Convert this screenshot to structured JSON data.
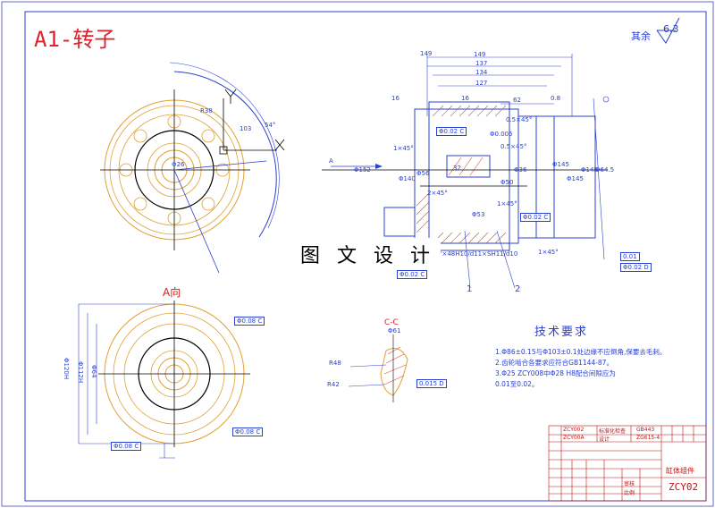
{
  "title": "A1-转子",
  "roughness": {
    "label": "其余",
    "value": "6.3"
  },
  "watermark": "图 文 设 计",
  "views": {
    "a_view_label": "A向",
    "section_label": "C-C",
    "arrow_label": "A"
  },
  "part_numbers": [
    "1",
    "2"
  ],
  "technical_requirements": {
    "title": "技术要求",
    "notes": [
      "1.Φ86±0.15与Φ103±0.1处边缘不应倒角,保要去毛刺。",
      "2.齿轮啮合各要求应符合GB1144-87。",
      "3.Φ25 ZCY008中Φ28 H8配合间隙应为",
      "   0.01至0.02。"
    ]
  },
  "title_block": {
    "part_name": "缸体组件",
    "drawing_code": "ZCY02",
    "small_texts": [
      "ZCY002",
      "ZCY00A",
      "标准化检查",
      "设计",
      "GB443",
      "ZG615-4",
      "审核",
      "比例"
    ]
  },
  "dimensions": {
    "top_widths": [
      "149",
      "137",
      "134",
      "127",
      "62"
    ],
    "diameters_left": [
      "Φ152",
      "Φ140",
      "Φ56"
    ],
    "diameters_right": [
      "Φ145",
      "Φ145",
      "Φ145",
      "Φ64.5"
    ],
    "mid": [
      "32",
      "Φ53",
      "Φ50",
      "Φ36"
    ],
    "chamfers": [
      "0.5×45°",
      "0.5×45°",
      "1×45°",
      "1×45°",
      "2×45°",
      "1×45°"
    ],
    "fits": "F7×48H10/d11×SH11/d10",
    "angles": [
      "R38",
      "103",
      "54°",
      "Φ26"
    ],
    "small_marks": [
      "16",
      "16",
      "0.8",
      "Φ0.005"
    ],
    "a_view": [
      "Φ120H",
      "Φ112H",
      "Φ64"
    ],
    "section": [
      "R48",
      "R42",
      "Φ61"
    ]
  },
  "tolerances": {
    "t1": "Φ0.02 C",
    "t2": "Φ0.02 C",
    "t3": "Φ0.02 D",
    "t4": "0.01",
    "t5": "Φ0.08 C",
    "t6": "Φ0.08 C",
    "t7": "Φ0.08 C",
    "t8": "0.015 D",
    "t9": "Φ0.02 C"
  },
  "colors": {
    "outline": "#2a40d0",
    "title": "#e0202a",
    "orange": "#e0a030",
    "red": "#c01010",
    "hatch": "#e05030"
  }
}
